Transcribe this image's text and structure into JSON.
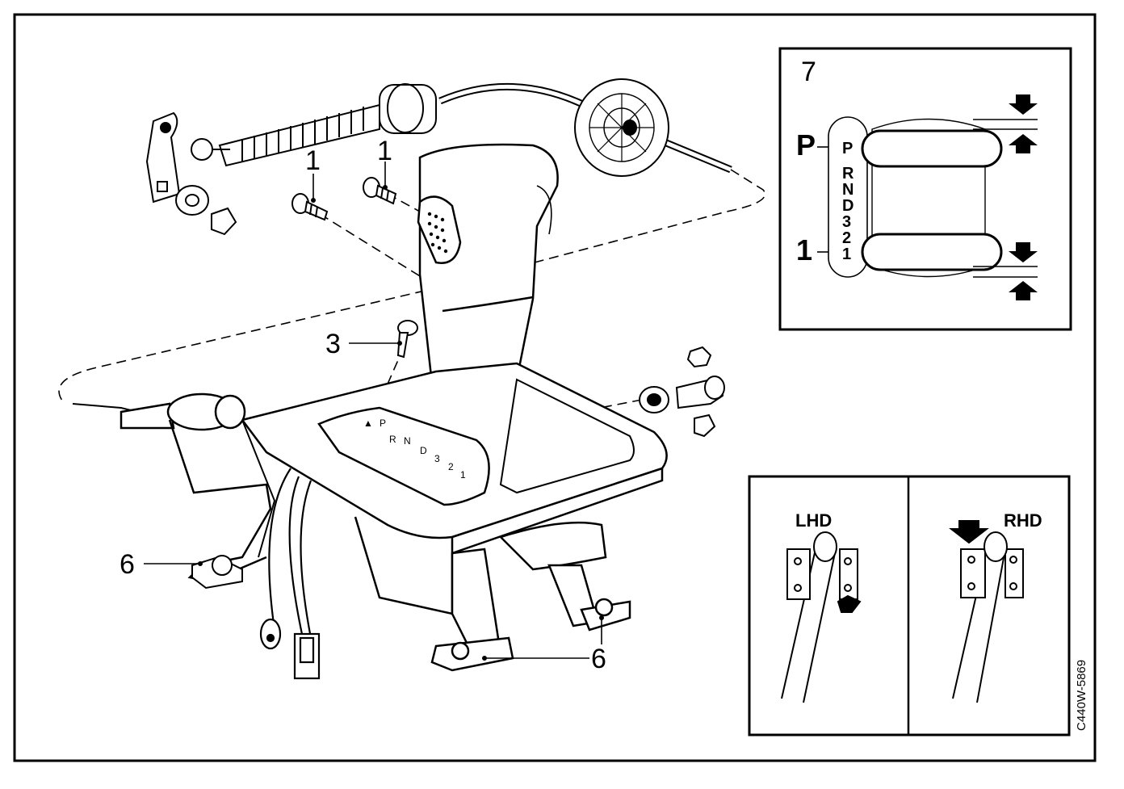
{
  "callouts": {
    "screw_left": "1",
    "screw_right": "1",
    "screw_mid": "3",
    "nut_left": "6",
    "nut_right": "6"
  },
  "inset_gate": {
    "number": "7",
    "top_label": "P",
    "bottom_label": "1",
    "gate_letters": [
      "P",
      "R",
      "N",
      "D",
      "3",
      "2",
      "1"
    ]
  },
  "inset_drive": {
    "left_label": "LHD",
    "right_label": "RHD"
  },
  "figure_code": "C440W-5869",
  "colors": {
    "ink": "#000000",
    "paper": "#ffffff",
    "shade": "#e6e6e6"
  }
}
